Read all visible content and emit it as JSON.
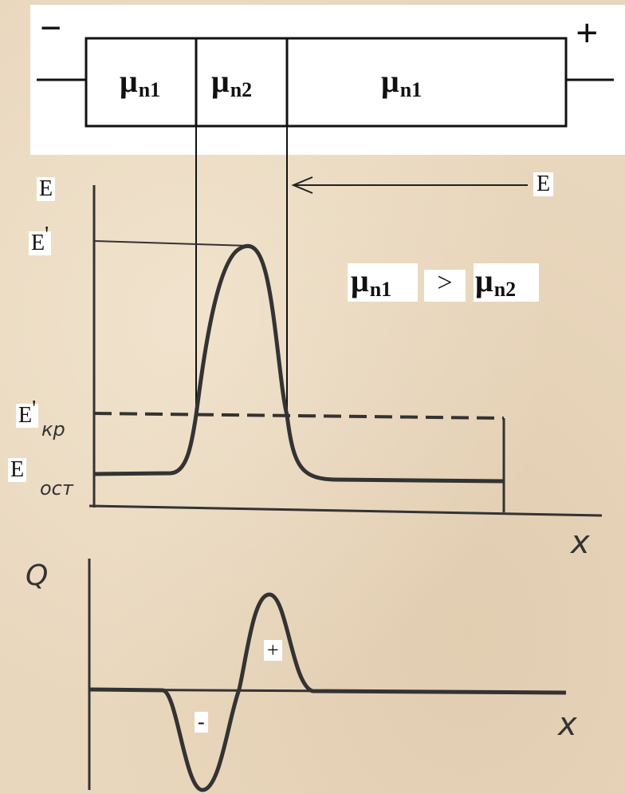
{
  "device": {
    "minus_terminal": "−",
    "plus_terminal": "+",
    "regions": [
      {
        "symbol": "μ",
        "subscript": "n1"
      },
      {
        "symbol": "μ",
        "subscript": "n2"
      },
      {
        "symbol": "μ",
        "subscript": "n1"
      }
    ]
  },
  "field_plot": {
    "y_axis_label": "E",
    "x_axis_label": "x",
    "level_peak_label": "E",
    "level_peak_mark": "'",
    "level_critical_label": "E",
    "level_critical_mark": "'",
    "level_critical_subscript": "кр",
    "level_residual_label": "E",
    "level_residual_subscript": "ост",
    "applied_field_arrow_label": "E",
    "relation": {
      "left_symbol": "μ",
      "left_subscript": "n1",
      "operator": ">",
      "right_symbol": "μ",
      "right_subscript": "n2"
    }
  },
  "charge_plot": {
    "y_axis_label": "Q",
    "x_axis_label": "x",
    "negative_sign": "-",
    "positive_sign": "+"
  }
}
